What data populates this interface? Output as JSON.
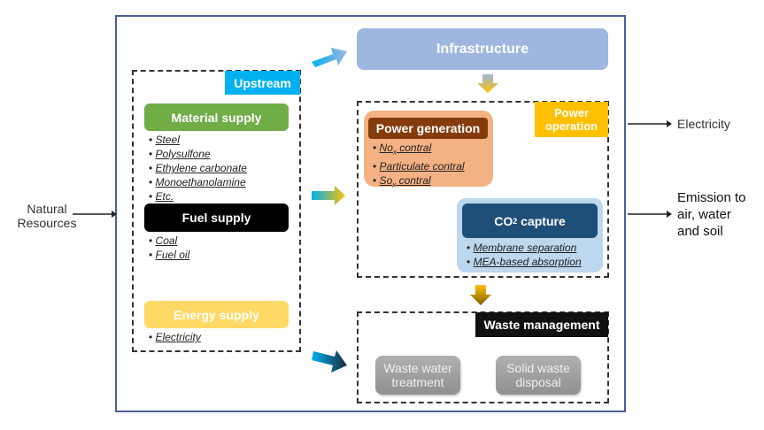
{
  "external": {
    "natural_resources": "Natural Resources",
    "electricity": "Electricity",
    "emission": "Emission to air, water and soil"
  },
  "upstream": {
    "label": "Upstream",
    "material": {
      "title": "Material supply",
      "items": [
        "Steel",
        "Polysulfone",
        "Ethylene carbonate",
        "Monoethanolamine",
        "Etc."
      ]
    },
    "fuel": {
      "title": "Fuel supply",
      "items": [
        "Coal",
        "Fuel oil"
      ]
    },
    "energy": {
      "title": "Energy supply",
      "items": [
        "Electricity"
      ]
    }
  },
  "infrastructure": {
    "label": "Infrastructure"
  },
  "power_operation": {
    "label": "Power operation",
    "generation": {
      "title": "Power generation",
      "items": [
        "NOx contral",
        "Particulate contral",
        "SOx contral"
      ]
    },
    "capture": {
      "title": "CO2 capture",
      "items": [
        "Membrane separation",
        "MEA-based absorption"
      ]
    }
  },
  "waste": {
    "label": "Waste management",
    "items": [
      "Waste water treatment",
      "Solid waste disposal"
    ]
  },
  "colors": {
    "frame": "#4a5f97",
    "upstream": "#00b0f0",
    "material": "#70ad47",
    "fuel": "#000000",
    "energy": "#ffd966",
    "infrastructure": "#9fb6e0",
    "power_op": "#ffc000",
    "generation_bg": "#f4b183",
    "generation_hdr": "#843c0c",
    "capture_bg": "#bdd7ee",
    "capture_hdr": "#1f4e79"
  }
}
